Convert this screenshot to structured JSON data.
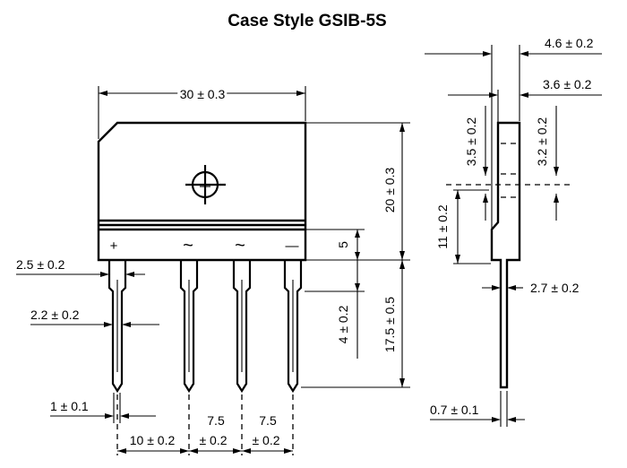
{
  "title": "Case Style GSIB-5S",
  "front": {
    "pin_marks": {
      "plus": "+",
      "ac1": "~",
      "ac2": "~",
      "minus": "—"
    },
    "dimensions": {
      "body_width": "30 ± 0.3",
      "body_height": "20 ± 0.3",
      "lower_band": "5",
      "lead_length": "17.5 ± 0.5",
      "lead_shoulder": "4 ± 0.2",
      "shoulder_width": "2.5 ± 0.2",
      "lead_width": "2.2 ± 0.2",
      "lead_tip": "1 ± 0.1",
      "pitch_first": "10 ± 0.2",
      "pitch_a_value": "7.5",
      "pitch_a_tol": "± 0.2",
      "pitch_b_value": "7.5",
      "pitch_b_tol": "± 0.2"
    }
  },
  "side": {
    "dimensions": {
      "overall_thickness": "4.6 ± 0.2",
      "body_thickness": "3.6 ± 0.2",
      "hole_offset_left": "3.5 ± 0.2",
      "hole_offset_right": "3.2 ± 0.2",
      "step_height": "11 ± 0.2",
      "lead_offset": "2.7 ± 0.2",
      "lead_thickness": "0.7 ± 0.1"
    }
  }
}
